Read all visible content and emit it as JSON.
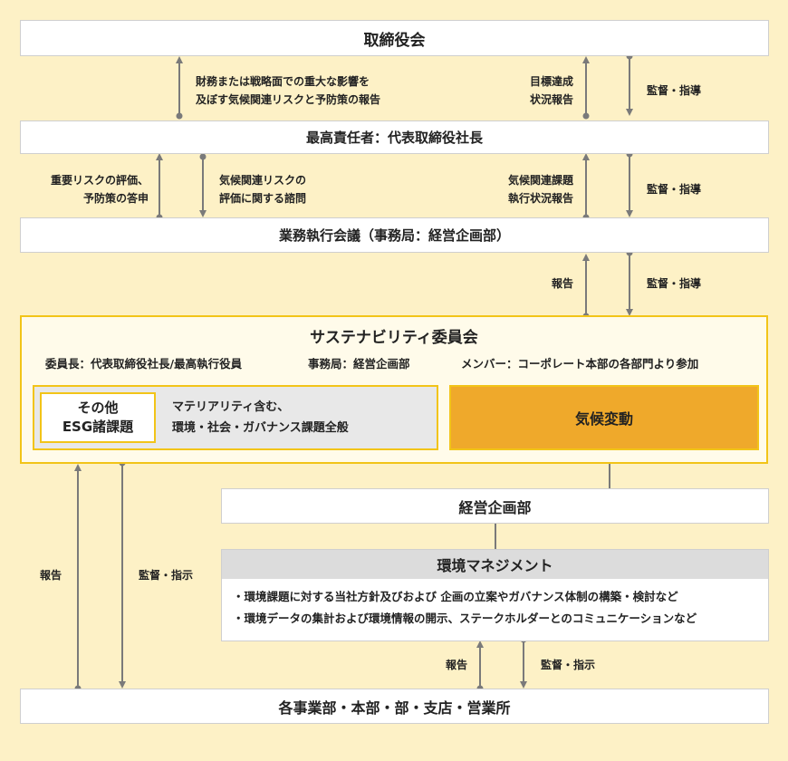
{
  "board": "取締役会",
  "ceo": "最高責任者：代表取締役社長",
  "exec_meeting": "業務執行会議（事務局：経営企画部）",
  "sustainability": {
    "title": "サステナビリティ委員会",
    "chair": "委員長：代表取締役社長/最高執行役員",
    "secretariat": "事務局：経営企画部",
    "members": "メンバー：コーポレート本部の各部門より参加",
    "esg_line1": "その他",
    "esg_line2": "ESG諸課題",
    "esg_desc_line1": "マテリアリティ含む、",
    "esg_desc_line2": "環境・社会・ガバナンス課題全般",
    "climate": "気候変動"
  },
  "corp_planning": "経営企画部",
  "env_mgmt": {
    "title": "環境マネジメント",
    "bullets": [
      "・環境課題に対する当社方針及びおよび 企画の立案やガバナンス体制の構築・検討など",
      "・環境データの集計および環境情報の開示、ステークホルダーとのコミュニケーションなど"
    ]
  },
  "divisions": "各事業部・本部・部・支店・営業所",
  "labels": {
    "board_report_l1": "財務または戦略面での重大な影響を",
    "board_report_l2": "及ぼす気候関連リスクと予防策の報告",
    "goal_l1": "目標達成",
    "goal_l2": "状況報告",
    "supervise1": "監督・指導",
    "advice_l1": "重要リスクの評価、",
    "advice_l2": "予防策の答申",
    "consult_l1": "気候関連リスクの",
    "consult_l2": "評価に関する諮問",
    "climate_exec_l1": "気候関連課題",
    "climate_exec_l2": "執行状況報告",
    "supervise2": "監督・指導",
    "report3": "報告",
    "supervise3": "監督・指導",
    "report_left": "報告",
    "supervise_left": "監督・指示",
    "report_bottom": "報告",
    "supervise_bottom": "監督・指示"
  }
}
